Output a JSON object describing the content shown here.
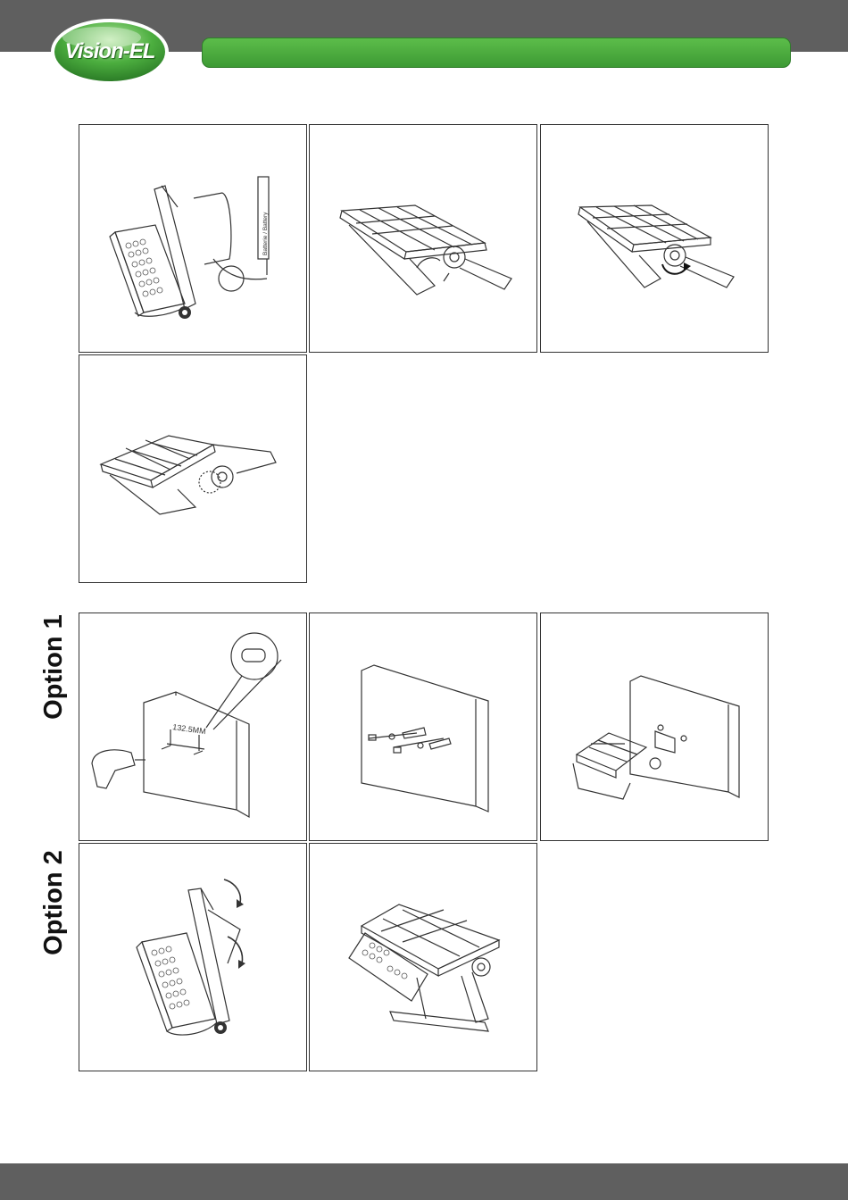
{
  "header": {
    "logo_text": "Vision-EL",
    "band_color": "#5f5f5f",
    "bar_color": "#4aab3c"
  },
  "figures": {
    "battery_label": "Batterie / Battery",
    "drill_dimension": "132.5MM"
  },
  "options": {
    "option1": "Option 1",
    "option2": "Option 2"
  },
  "icons": [
    "arrow-rotate-icon",
    "drill-icon",
    "screw-icon",
    "magnifier-circle-icon"
  ]
}
